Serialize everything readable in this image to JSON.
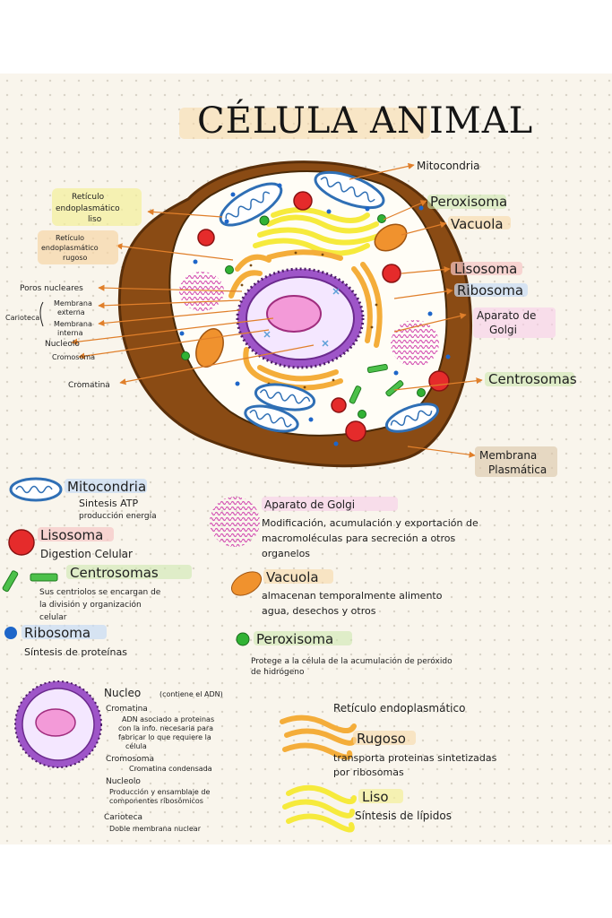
{
  "title": "CÉLULA ANIMAL",
  "labels": {
    "mitocondria": "Mitocondria",
    "peroxisoma": "Peroxisoma",
    "vacuola": "Vacuola",
    "lisosoma": "Lisosoma",
    "ribosoma": "Ribosoma",
    "golgi_1": "Aparato de",
    "golgi_2": "Golgi",
    "centrosomas": "Centrosomas",
    "membrana_1": "Membrana",
    "membrana_2": "Plasmática",
    "reticulo_liso_1": "Retículo",
    "reticulo_liso_2": "endoplasmático",
    "reticulo_liso_3": "liso",
    "reticulo_rugoso_1": "Retículo",
    "reticulo_rugoso_2": "endoplasmático",
    "reticulo_rugoso_3": "rugoso",
    "poros": "Poros nucleares",
    "carioteca": "Carioteca",
    "membrana_externa_1": "Membrana",
    "membrana_externa_2": "externa",
    "membrana_interna_1": "Membrana",
    "membrana_interna_2": "interna",
    "nucleolo": "Nucleolo",
    "cromosoma": "Cromosoma",
    "cromatina": "Cromatina"
  },
  "legend": {
    "mitocondria": {
      "name": "Mitocondria",
      "l1": "Sintesis ATP",
      "l2": "producción energía"
    },
    "lisosoma": {
      "name": "Lisosoma",
      "l1": "Digestion Celular"
    },
    "centrosomas": {
      "name": "Centrosomas",
      "l1": "Sus centriolos se encargan de",
      "l2": "la división y organización",
      "l3": "celular"
    },
    "ribosoma": {
      "name": "Ribosoma",
      "l1": "Síntesis de proteínas"
    },
    "golgi": {
      "name": "Aparato de Golgi",
      "l1": "Modificación, acumulación y exportación de",
      "l2": "macromoléculas para secreción a otros",
      "l3": "organelos"
    },
    "vacuola": {
      "name": "Vacuola",
      "l1": "almacenan temporalmente alimento",
      "l2": "agua, desechos y otros"
    },
    "peroxisoma": {
      "name": "Peroxisoma",
      "l1": "Protege a la célula de la acumulación de peróxido",
      "l2": "de hidrógeno"
    },
    "nucleo": {
      "name": "Nucleo",
      "note": "(contiene el ADN)",
      "cromatina": "Cromatina",
      "cromatina_d1": "ADN asociado a proteinas",
      "cromatina_d2": "con la info. necesaria para",
      "cromatina_d3": "fabricar lo que requiere la",
      "cromatina_d4": "célula",
      "cromosoma": "Cromosoma",
      "cromosoma_d1": "Cromatina condensada",
      "nucleolo": "Nucleolo",
      "nucleolo_d1": "Producción y ensamblaje de",
      "nucleolo_d2": "componentes ribosómicos",
      "carioteca": "Carioteca",
      "carioteca_d1": "Doble membrana nuclear"
    },
    "reticulo": {
      "name": "Retículo endoplasmático",
      "rugoso": "Rugoso",
      "rugoso_d1": "transporta proteinas sintetizadas",
      "rugoso_d2": "por ribosomas",
      "liso": "Liso",
      "liso_d1": "Síntesis de lípidos"
    }
  },
  "colors": {
    "membrane": "#8a4b14",
    "cytoplasm": "#fffdf6",
    "nucleus": "#9e55c8",
    "nucleolus": "#f39ad8",
    "lysosome": "#e52b2b",
    "vacuole": "#f0922e",
    "peroxisome": "#31b234",
    "ribosome": "#1e66c9",
    "golgi": "#ee8ad8",
    "rough_er": "#f4ad3a",
    "smooth_er": "#f6ea3c",
    "mitochondria": "#2f6fb5"
  }
}
